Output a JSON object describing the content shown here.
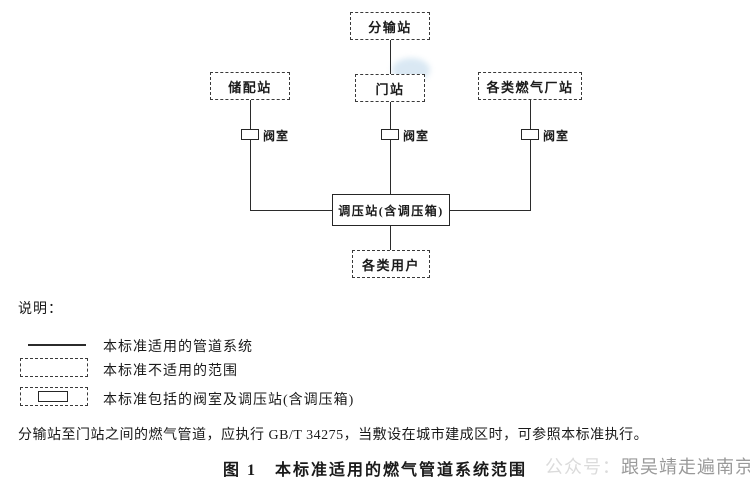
{
  "diagram": {
    "nodes": {
      "distribution_station": "分输站",
      "storage_station": "储配站",
      "gate_station": "门站",
      "gas_plant_stations": "各类燃气厂站",
      "regulator_station": "调压站(含调压箱)",
      "users": "各类用户",
      "valve_label": "阀室"
    }
  },
  "legend": {
    "title": "说明：",
    "items": [
      {
        "symbol": "solid-line",
        "label": "本标准适用的管道系统"
      },
      {
        "symbol": "dashed-box",
        "label": "本标准不适用的范围"
      },
      {
        "symbol": "valve-in-dashed-box",
        "label": "本标准包括的阀室及调压站(含调压箱)"
      }
    ]
  },
  "note": "分输站至门站之间的燃气管道，应执行 GB/T 34275，当敷设在城市建成区时，可参照本标准执行。",
  "caption": "图 1　本标准适用的燃气管道系统范围",
  "watermark": {
    "prefix": "公众号：",
    "name": "跟吴靖走遍南京"
  },
  "colors": {
    "line": "#2b2b2b",
    "text": "#1a1a1a",
    "watermark": "#9a9a9a",
    "smudge": "#bcd6ea"
  }
}
